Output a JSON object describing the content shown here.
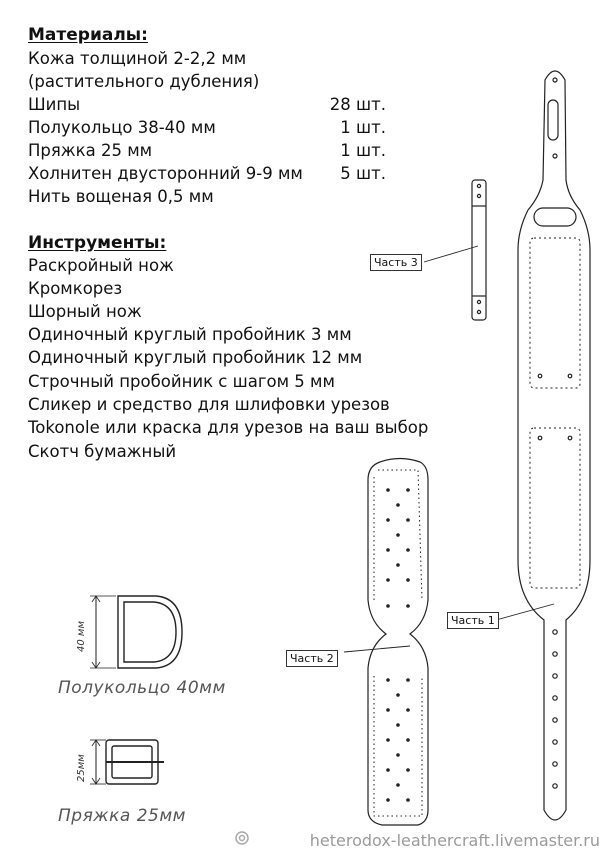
{
  "materials": {
    "heading": "Материалы:",
    "items": [
      {
        "name": "Кожа толщиной 2-2,2 мм",
        "qty": ""
      },
      {
        "name": "(растительного дубления)",
        "qty": ""
      },
      {
        "name": "Шипы",
        "qty": "28 шт."
      },
      {
        "name": "Полукольцо 38-40 мм",
        "qty": "1 шт."
      },
      {
        "name": "Пряжка 25 мм",
        "qty": "1 шт."
      },
      {
        "name": "Холнитен двусторонний 9-9 мм",
        "qty": "5 шт."
      },
      {
        "name": "Нить вощеная 0,5 мм",
        "qty": ""
      }
    ]
  },
  "tools": {
    "heading": "Инструменты:",
    "items": [
      "Раскройный нож",
      "Кромкорез",
      "Шорный нож",
      "Одиночный круглый пробойник 3 мм",
      "Одиночный круглый пробойник 12 мм",
      "Строчный пробойник с шагом 5 мм",
      "Сликер и средство для шлифовки урезов",
      "Tokonole или краска для урезов на ваш выбор",
      "Скотч бумажный"
    ]
  },
  "labels": {
    "part1": "Часть 1",
    "part2": "Часть 2",
    "part3": "Часть 3"
  },
  "hardware": {
    "d_ring_caption": "Полукольцо 40мм",
    "d_ring_dim": "40 мм",
    "buckle_caption": "Пряжка 25мм",
    "buckle_dim": "25мм"
  },
  "watermark": "heterodox-leathercraft.livemaster.ru"
}
